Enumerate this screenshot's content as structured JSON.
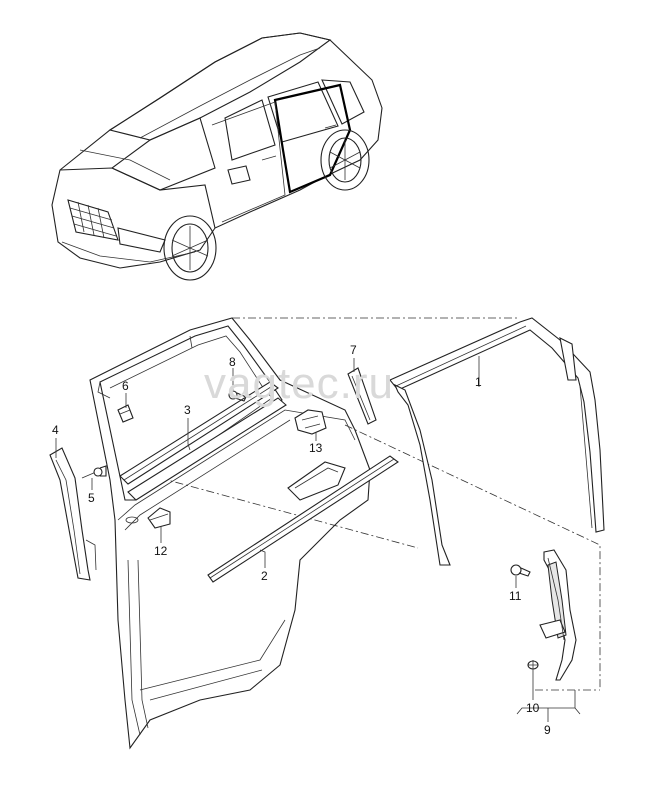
{
  "watermark": "vagtec.ru",
  "callouts": [
    {
      "id": "1",
      "label": "1"
    },
    {
      "id": "2",
      "label": "2"
    },
    {
      "id": "3",
      "label": "3"
    },
    {
      "id": "4",
      "label": "4"
    },
    {
      "id": "5",
      "label": "5"
    },
    {
      "id": "6",
      "label": "6"
    },
    {
      "id": "7",
      "label": "7"
    },
    {
      "id": "8",
      "label": "8"
    },
    {
      "id": "9",
      "label": "9"
    },
    {
      "id": "10",
      "label": "10"
    },
    {
      "id": "11",
      "label": "11"
    },
    {
      "id": "12",
      "label": "12"
    },
    {
      "id": "13",
      "label": "13"
    }
  ]
}
